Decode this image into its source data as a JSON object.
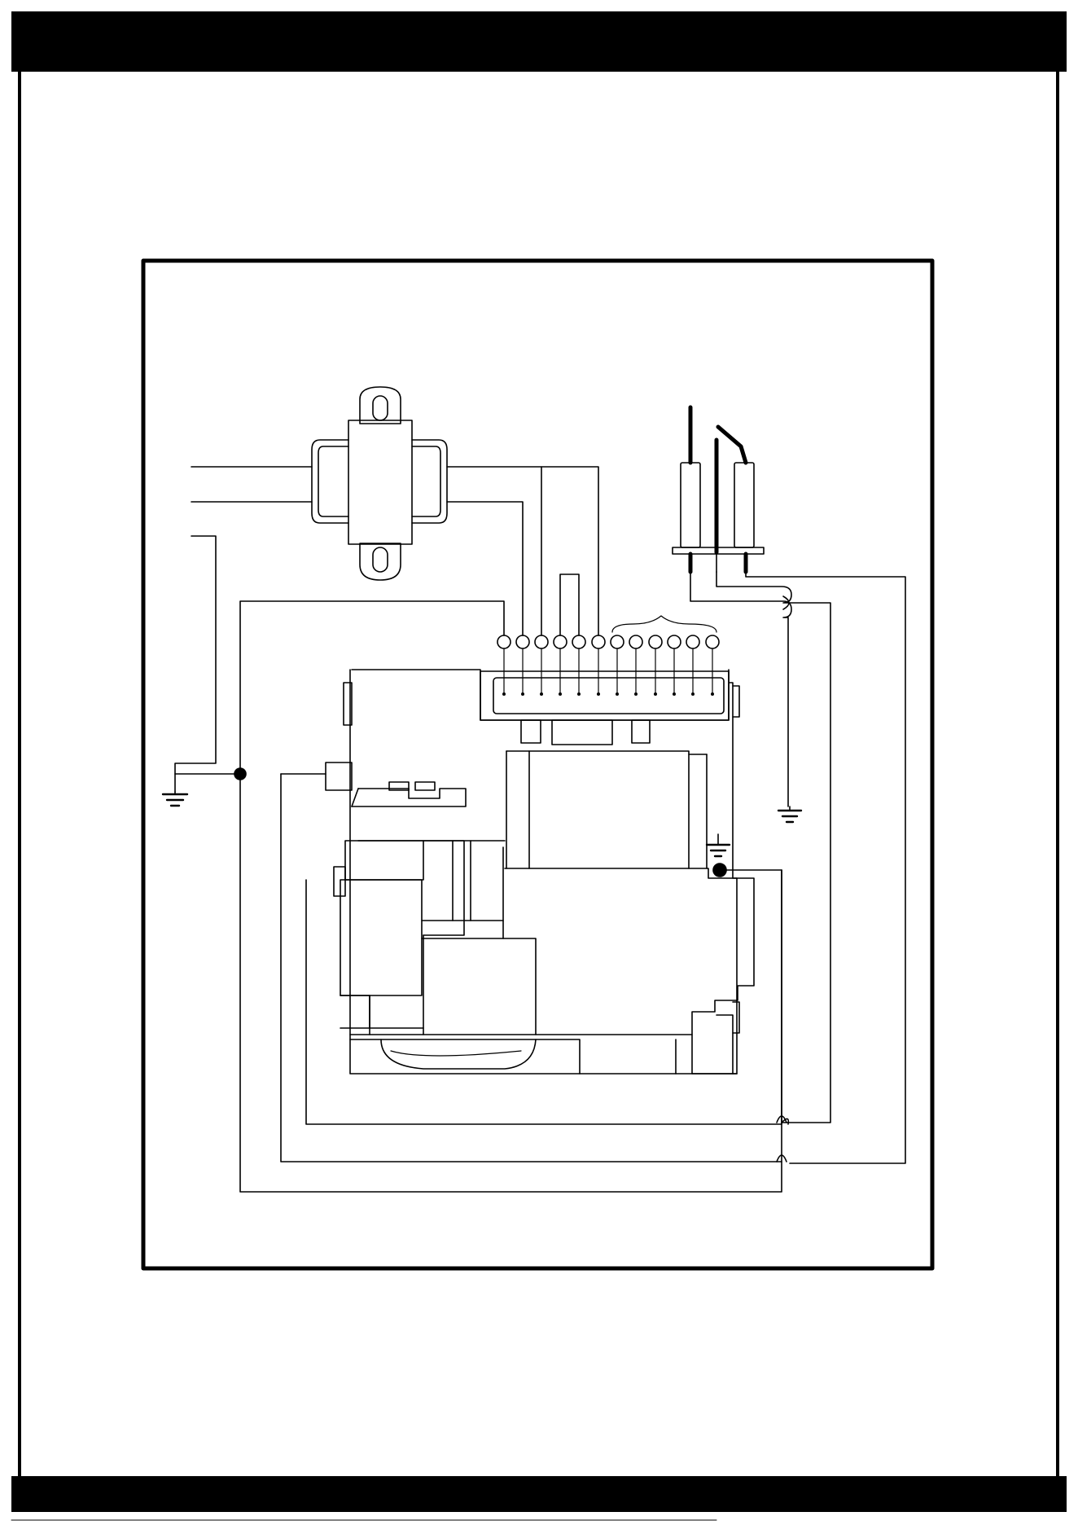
{
  "page": {
    "header_band_color": "#000000",
    "footer_band_color": "#000000",
    "line_color": "#000000",
    "background": "#ffffff"
  },
  "diagram": {
    "type": "wiring-diagram",
    "components": [
      {
        "id": "transformer",
        "kind": "transformer"
      },
      {
        "id": "spark-electrodes",
        "kind": "ignition-electrode-assembly"
      },
      {
        "id": "terminal-strip",
        "kind": "terminal-connector",
        "terminals": 12
      },
      {
        "id": "gas-valve",
        "kind": "gas-valve-control"
      },
      {
        "id": "ground-left",
        "kind": "ground"
      },
      {
        "id": "ground-right",
        "kind": "ground"
      },
      {
        "id": "ground-valve",
        "kind": "ground"
      }
    ]
  },
  "footer": {
    "note": ""
  }
}
